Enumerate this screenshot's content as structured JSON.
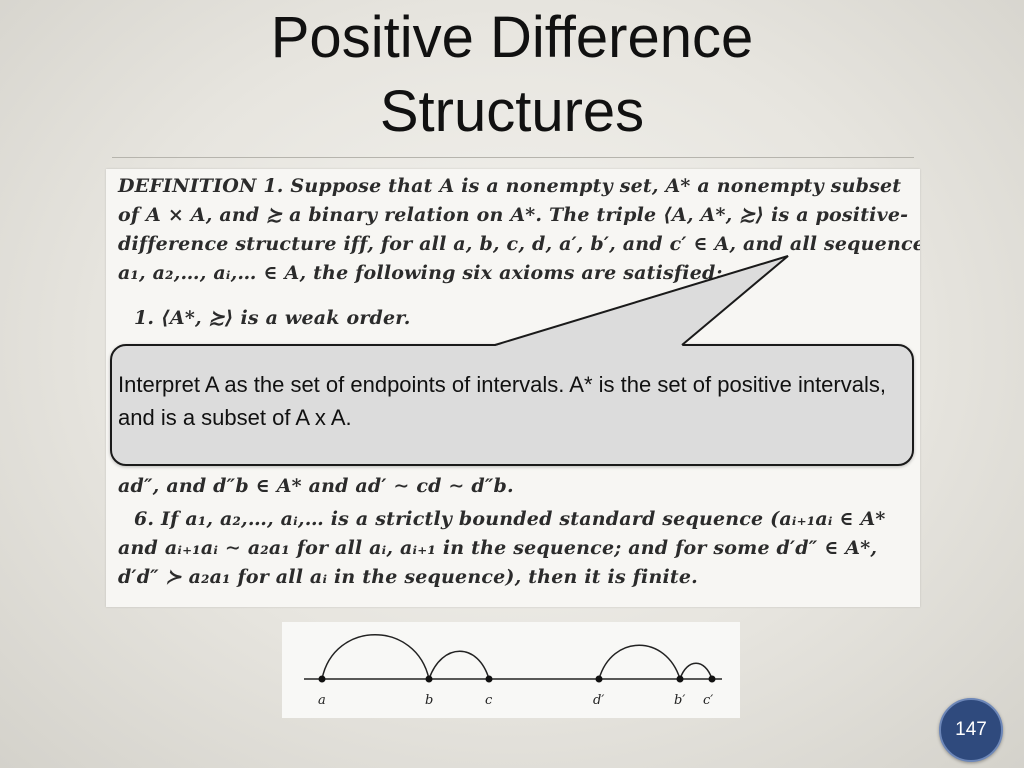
{
  "slide": {
    "title_line1": "Positive Difference",
    "title_line2": "Structures",
    "page_number": "147"
  },
  "excerpt": {
    "lines": [
      "DEFINITION 1.   Suppose that A is a nonempty set, A* a nonempty subset",
      "of A × A, and ≿ a binary relation on A*. The triple ⟨A, A*, ≿⟩ is a positive-",
      "difference structure iff, for all a, b, c, d, a′, b′, and c′ ∈ A, and all sequences",
      "a₁, a₂,…, aᵢ,… ∈ A, the following six axioms are satisfied:",
      "1.   ⟨A*, ≿⟩ is a weak order.",
      "ad″, and d″b ∈ A* and ad′ ∼ cd ∼ d″b.",
      "6.   If a₁, a₂,…, aᵢ,… is a strictly bounded standard sequence (aᵢ₊₁aᵢ ∈ A*",
      "and aᵢ₊₁aᵢ ∼ a₂a₁ for all aᵢ, aᵢ₊₁ in the sequence; and for some d′d″ ∈ A*,",
      "d′d″ ≻ a₂a₁ for all aᵢ in the sequence), then it is finite."
    ]
  },
  "callout": {
    "text": "Interpret A as the set of endpoints of intervals. A* is the set of positive intervals, and is a subset of A x A."
  },
  "diagram": {
    "points": [
      "a",
      "b",
      "c",
      "d′",
      "b′",
      "c′"
    ]
  }
}
